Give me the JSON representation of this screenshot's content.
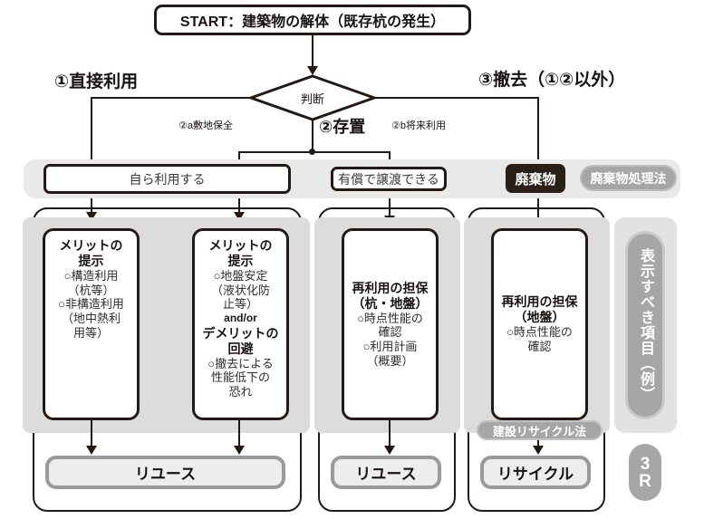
{
  "start": {
    "label": "START：建築物の解体（既存杭の発生）"
  },
  "decision": {
    "label": "判断"
  },
  "branches": {
    "b1": "①直接利用",
    "b2": "②存置",
    "b3": "③撤去（①②以外）",
    "b2a": "②a敷地保全",
    "b2b": "②b将来利用"
  },
  "options": {
    "self_use": "自ら利用する",
    "paid_transfer": "有償で譲渡できる",
    "waste": "廃棄物",
    "waste_law": "廃棄物処理法"
  },
  "columns": [
    {
      "id": "col-self-use-structural",
      "title": "メリットの\n提示",
      "title_lines": [
        "メリットの",
        "提示"
      ],
      "body_lines": [
        "○構造利用",
        "（杭等）",
        "○非構造利用",
        "（地中熱利",
        "用等）"
      ],
      "andor": "",
      "title2_lines": [],
      "body2_lines": []
    },
    {
      "id": "col-self-use-ground",
      "title_lines": [
        "メリットの",
        "提示"
      ],
      "body_lines": [
        "○地盤安定",
        "（液状化防",
        "止等）"
      ],
      "andor": "and/or",
      "title2_lines": [
        "デメリットの",
        "回避"
      ],
      "body2_lines": [
        "○撤去による",
        "性能低下の",
        "恐れ"
      ]
    },
    {
      "id": "col-paid-transfer",
      "title_lines": [
        "再利用の担保",
        "（杭・地盤）"
      ],
      "body_lines": [
        "○時点性能の",
        "確認",
        "○利用計画",
        "（概要）"
      ],
      "andor": "",
      "title2_lines": [],
      "body2_lines": []
    },
    {
      "id": "col-waste",
      "title_lines": [
        "再利用の担保",
        "（地盤）"
      ],
      "body_lines": [
        "○時点性能の",
        "確認"
      ],
      "andor": "",
      "title2_lines": [],
      "body2_lines": []
    }
  ],
  "outcomes": {
    "reuse_left": "リユース",
    "reuse_mid": "リユース",
    "recycle": "リサイクル"
  },
  "badges": {
    "construction_recycle_law": "建設リサイクル法"
  },
  "sidebar": {
    "display_items": "表示すべき項目（例）",
    "three_r_line1": "3",
    "three_r_line2": "R"
  },
  "colors": {
    "ink": "#231a16",
    "dark_fill": "#2b2018",
    "grey_band": "#e9e9e9",
    "grey_panel": "#dcdcdc",
    "pill_grey": "#a6a6a6",
    "outcome_fill": "#ededed",
    "outcome_border": "#9a9a9a"
  }
}
